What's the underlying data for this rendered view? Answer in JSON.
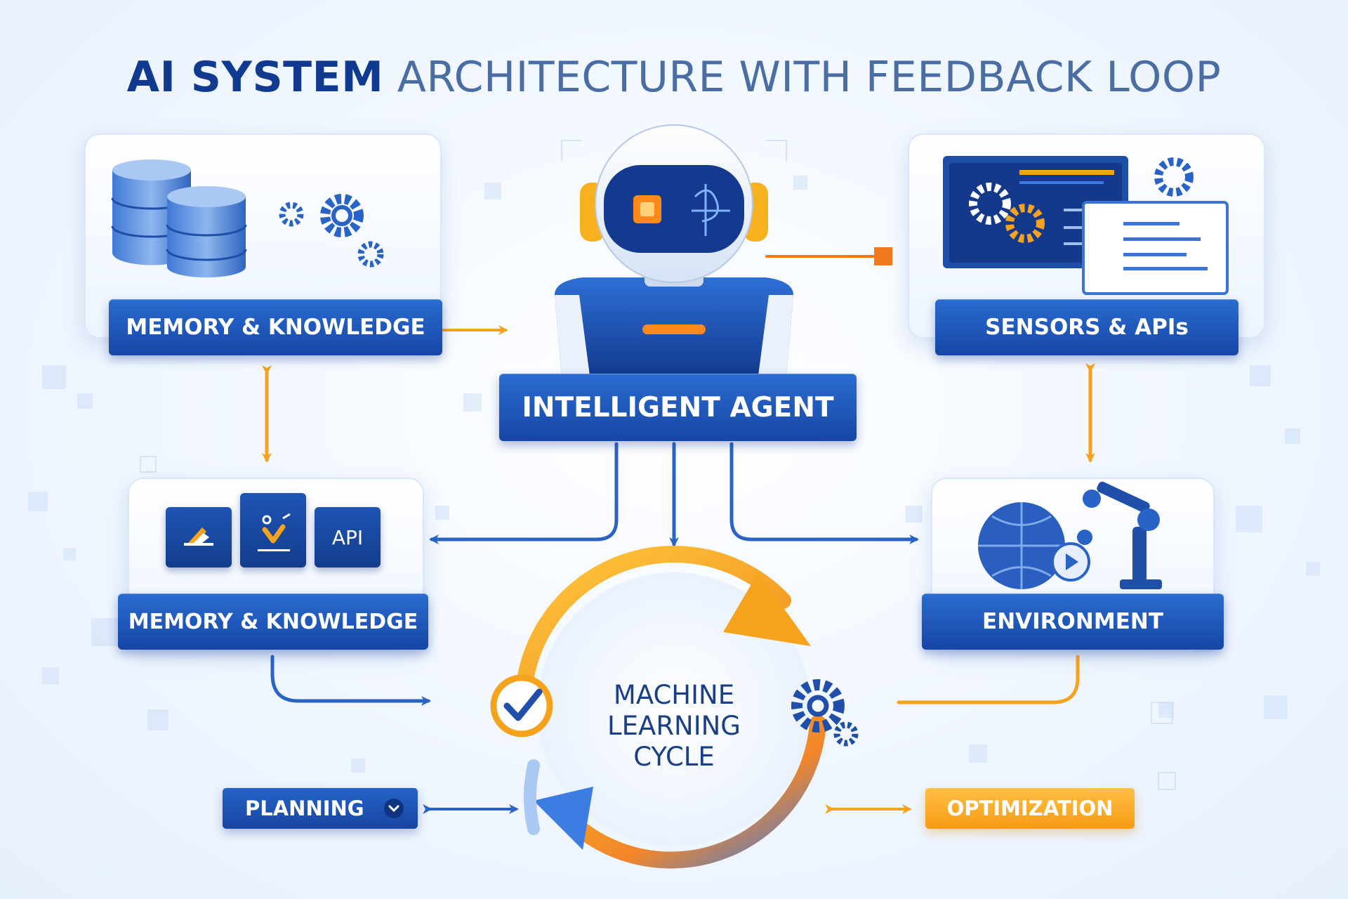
{
  "title": {
    "bold": "AI SYSTEM",
    "rest": "ARCHITECTURE WITH FEEDBACK LOOP"
  },
  "nodes": {
    "memory_top": {
      "label": "MEMORY & KNOWLEDGE"
    },
    "sensors": {
      "label": "SENSORS & APIs"
    },
    "agent": {
      "label": "INTELLIGENT AGENT"
    },
    "memory_mid": {
      "label": "MEMORY & KNOWLEDGE",
      "cards": [
        "",
        "",
        "API"
      ]
    },
    "environment": {
      "label": "ENVIRONMENT"
    },
    "cycle": {
      "lines": [
        "MACHINE",
        "LEARNING",
        "CYCLE"
      ]
    },
    "planning": {
      "label": "PLANNING"
    },
    "optimization": {
      "label": "OPTIMIZATION"
    }
  },
  "colors": {
    "primary_blue": "#1646a6",
    "accent_orange": "#f5a21d",
    "title_dark": "#0f3a8f",
    "title_light": "#4a6ea3"
  },
  "icons": [
    "database-icon",
    "gear-icon",
    "robot-icon",
    "dashboard-icon",
    "globe-icon",
    "robot-arm-icon",
    "checkmark-icon",
    "chevron-down-icon"
  ]
}
